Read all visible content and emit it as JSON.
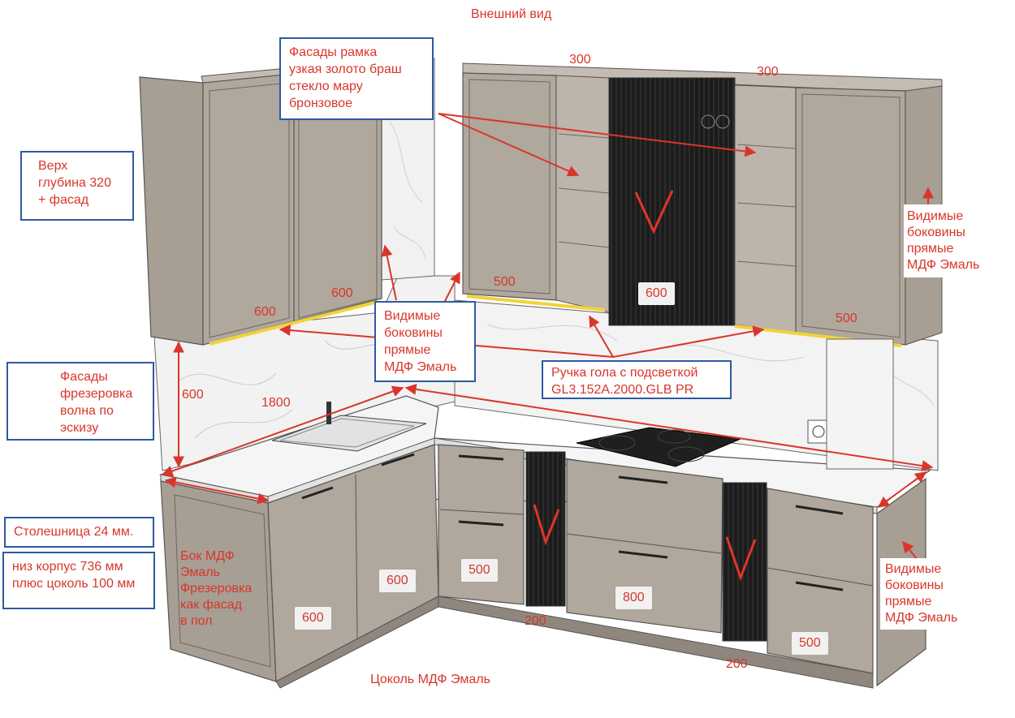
{
  "title": "Внешний вид",
  "boxes": {
    "facades_frame": "Фасады рамка\nузкая золото браш\nстекло мару\nбронзовое",
    "upper_depth": "Верх\nглубина 320\n+ фасад",
    "facades_milling": "Фасады\nфрезеровка\nволна по\nэскизу",
    "visible_sides_center": "Видимые\nбоковины\nпрямые\nМДФ Эмаль",
    "handle": "Ручка гола  с подсветкой\nGL3.152A.2000.GLB PR",
    "countertop": "Столешница 24 мм.",
    "lower_body": "низ корпус 736 мм\nплюс цоколь 100 мм"
  },
  "labels": {
    "visible_sides_right_upper": "Видимые\nбоковины\nпрямые\nМДФ Эмаль",
    "visible_sides_right_lower": "Видимые\nбоковины\nпрямые\nМДФ Эмаль",
    "side_mdf": "Бок МДФ\nЭмаль\nФрезеровка\nкак фасад\nв пол",
    "plinth": "Цоколь МДФ Эмаль"
  },
  "dims": {
    "d300_left": "300",
    "d300_right": "300",
    "d600_upper_left1": "600",
    "d600_upper_left2": "600",
    "d500_upper_mid": "500",
    "d600_tall": "600",
    "d500_upper_right": "500",
    "d600_height": "600",
    "d1800": "1800",
    "d600_lower_left": "600",
    "d600_lower_left2": "600",
    "d500_lower_mid": "500",
    "d200_mid": "200",
    "d800": "800",
    "d200_right": "200",
    "d500_lower_right": "500"
  },
  "colors": {
    "annotation_red": "#d9362b",
    "box_blue": "#2d5aa0",
    "cabinet_taupe": "#aaa197",
    "dark_glass": "#1e1e1e",
    "led_yellow": "#f3d23a"
  }
}
